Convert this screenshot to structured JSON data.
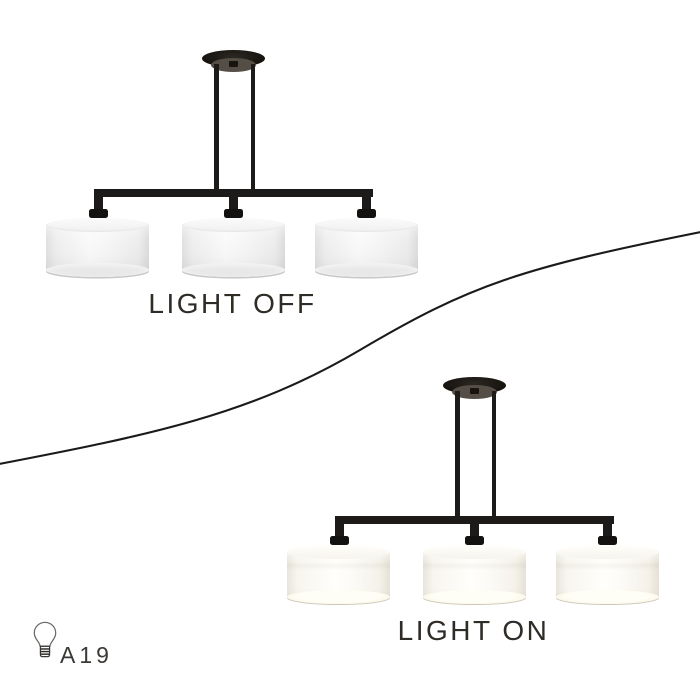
{
  "states": {
    "off_label": "LIGHT OFF",
    "on_label": "LIGHT ON"
  },
  "bulb_spec": {
    "label": "A19",
    "icon": "light-bulb-icon"
  },
  "colors": {
    "frame": "#1d1b19",
    "divider_line": "#1a1a1a",
    "label_text": "#2f2b27",
    "shade_off": "#f2f2f2",
    "shade_on": "#fffdf8",
    "canopy_underside": "#544e46",
    "background": "#ffffff"
  }
}
